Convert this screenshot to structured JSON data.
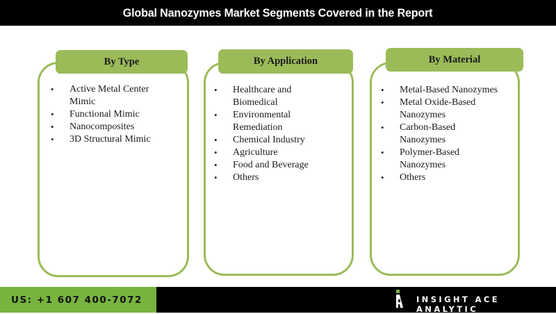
{
  "header": {
    "title": "Global Nanozymes Market Segments Covered in the Report"
  },
  "segments": [
    {
      "title": "By Type",
      "items": [
        "Active Metal Center Mimic",
        "Functional Mimic",
        "Nanocomposites",
        "3D Structural Mimic"
      ]
    },
    {
      "title": "By Application",
      "items": [
        "Healthcare and Biomedical",
        "Environmental Remediation",
        "Chemical Industry",
        "Agriculture",
        "Food and Beverage",
        "Others"
      ]
    },
    {
      "title": "By Material",
      "items": [
        "Metal-Based Nanozymes",
        "Metal Oxide-Based Nanozymes",
        "Carbon-Based Nanozymes",
        "Polymer-Based Nanozymes",
        "Others"
      ]
    }
  ],
  "footer": {
    "phone": "US: +1 607 400-7072",
    "brand": "INSIGHT ACE ANALYTIC"
  },
  "colors": {
    "accent_green": "#9bbb59",
    "footer_green": "#77b43f",
    "dark": "#000000"
  }
}
